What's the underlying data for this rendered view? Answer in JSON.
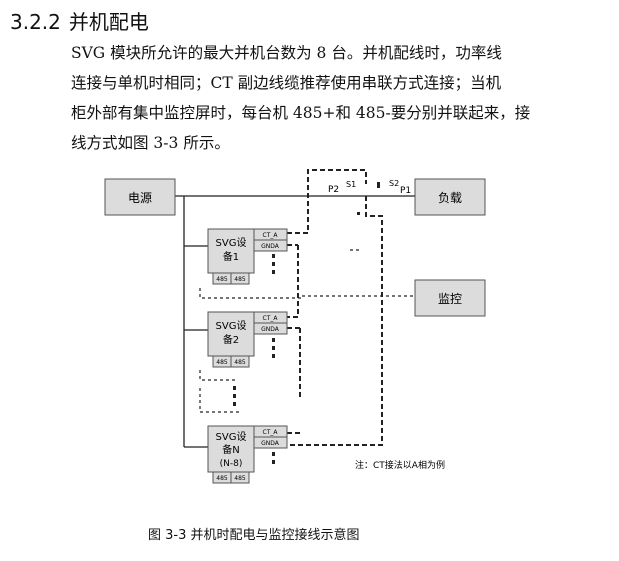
{
  "section": {
    "number": "3.2.2",
    "title": "并机配电"
  },
  "paragraph": {
    "lines": [
      "SVG 模块所允许的最大并机台数为 8 台。并机配线时，功率线",
      "连接与单机时相同；CT 副边线缆推荐使用串联方式连接；当机",
      "柜外部有集中监控屏时，每台机 485+和 485-要分别并联起来，接",
      "线方式如图 3-3 所示。"
    ]
  },
  "diagram": {
    "power_label": "电源",
    "load_label": "负载",
    "monitor_label": "监控",
    "p2": "P2",
    "p1": "P1",
    "s1": "S1",
    "s2": "S2",
    "devices": [
      {
        "name_line1": "SVG设",
        "name_line2": "备1",
        "name_line3": "",
        "ct_a": "CT_A",
        "gnda": "GNDA",
        "port1": "485",
        "port2": "485"
      },
      {
        "name_line1": "SVG设",
        "name_line2": "备2",
        "name_line3": "",
        "ct_a": "CT_A",
        "gnda": "GNDA",
        "port1": "485",
        "port2": "485"
      },
      {
        "name_line1": "SVG设",
        "name_line2": "备N",
        "name_line3": "(N-8)",
        "ct_a": "CT_A",
        "gnda": "GNDA",
        "port1": "485",
        "port2": "485"
      }
    ],
    "note": "注：CT接法以A相为例"
  },
  "caption": "图 3-3  并机时配电与监控接线示意图"
}
